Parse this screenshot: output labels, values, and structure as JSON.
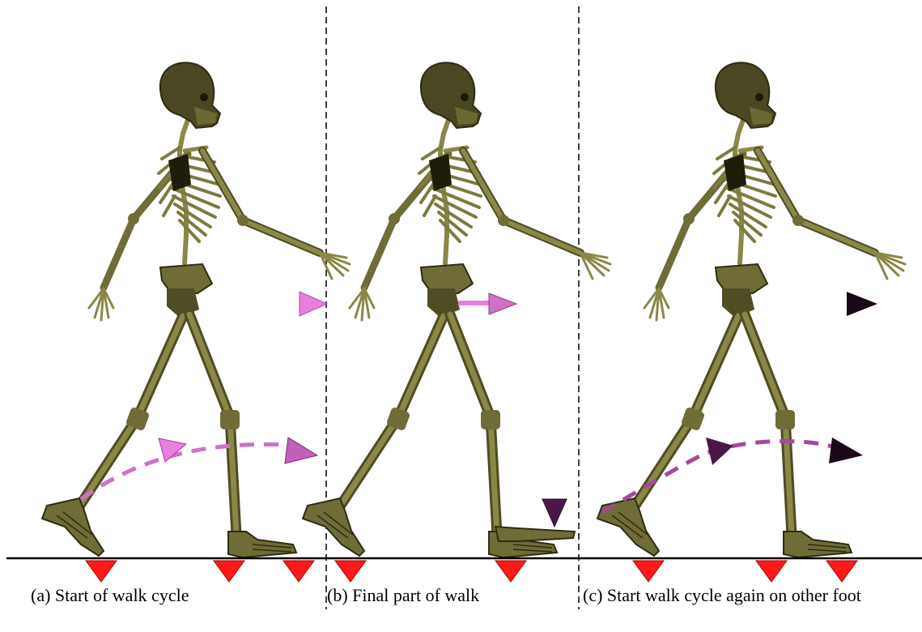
{
  "panels": [
    {
      "id": "a",
      "caption": "(a) Start of walk cycle"
    },
    {
      "id": "b",
      "caption": "(b) Final part of walk"
    },
    {
      "id": "c",
      "caption": "(c) Start walk cycle again on other foot"
    }
  ],
  "colors": {
    "bone": "#8a8748",
    "bone_dark": "#3b3a17",
    "skull": "#4a4722",
    "arrow_light": "#e680dc",
    "arrow_dark": "#2a0f28",
    "marker": "#ff1a1a",
    "ground": "#000000",
    "divider": "#000000"
  },
  "icons": [
    "skeleton-figure",
    "motion-arrow",
    "foot-contact-marker"
  ]
}
